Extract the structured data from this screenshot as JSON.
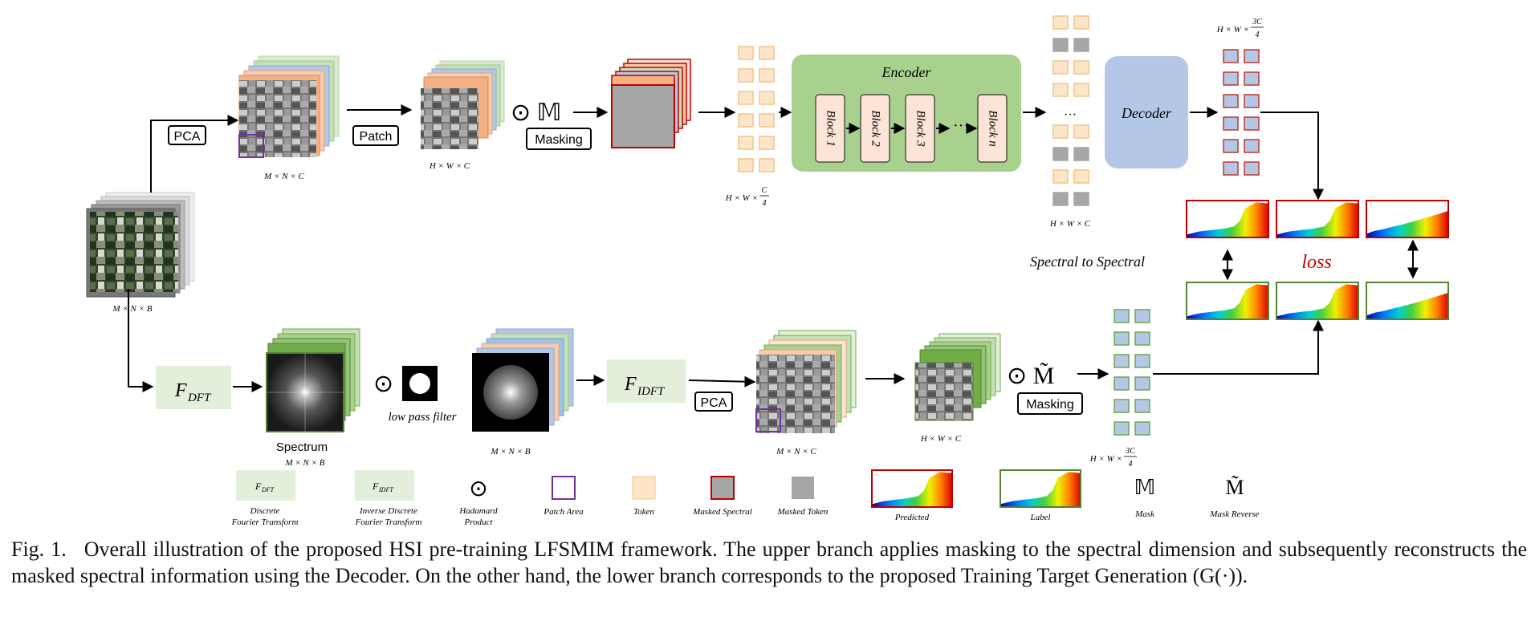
{
  "figure": {
    "upper": {
      "pca_label": "PCA",
      "patch_label": "Patch",
      "masking_label": "Masking",
      "mask_symbol": "⊙ 𝕄",
      "encoder_title": "Encoder",
      "blocks": [
        "Block 1",
        "Block 2",
        "Block 3",
        "Block n"
      ],
      "block_ellipsis": "···",
      "token_ellipsis": "···",
      "decoder_label": "Decoder",
      "dim_input": "M × N × B",
      "dim_pca": "M × N × C",
      "dim_patch": "H × W × C",
      "dim_tokens_base": "H × W ×",
      "dim_tokens_num": "C",
      "dim_tokens_den": "4",
      "dim_masked": "H × W × C",
      "dim_pred_base": "H × W ×",
      "dim_pred_num": "3C",
      "dim_pred_den": "4"
    },
    "middle": {
      "spectral_label": "Spectral to Spectral",
      "loss_label": "loss"
    },
    "lower": {
      "fdft_main": "F",
      "fdft_sub": "DFT",
      "fidft_main": "F",
      "fidft_sub": "IDFT",
      "spectrum_label": "Spectrum",
      "dim_spectrum": "M × N × B",
      "lowpass_label": "low pass filter",
      "dim_filtered": "M × N × B",
      "pca_label": "PCA",
      "dim_pca": "M × N × C",
      "dim_patch": "H × W × C",
      "masking_label": "Masking",
      "mask_symbol": "⊙ M̃",
      "dim_tokens_base": "H × W ×",
      "dim_tokens_num": "3C",
      "dim_tokens_den": "4"
    },
    "legend": [
      {
        "key": "fdft",
        "title": "F",
        "sub": "DFT",
        "line1": "Discrete",
        "line2": "Fourier Transform"
      },
      {
        "key": "fidft",
        "title": "F",
        "sub": "IDFT",
        "line1": "Inverse Discrete",
        "line2": "Fourier Transform"
      },
      {
        "key": "hadamard",
        "symbol": "⊙",
        "line1": "Hadamard",
        "line2": "Product"
      },
      {
        "key": "patch",
        "line1": "Patch Area"
      },
      {
        "key": "token",
        "line1": "Token"
      },
      {
        "key": "masked_spectral",
        "line1": "Masked Spectral"
      },
      {
        "key": "masked_token",
        "line1": "Masked Token"
      },
      {
        "key": "predicted",
        "line1": "Predicted"
      },
      {
        "key": "label",
        "line1": "Label"
      },
      {
        "key": "mask",
        "symbol": "𝕄",
        "line1": "Mask"
      },
      {
        "key": "mask_reverse",
        "symbol": "M̃",
        "line1": "Mask Reverse"
      }
    ],
    "colors": {
      "token_fill": "#fde6c8",
      "token_stroke": "#f2c48a",
      "masked_token": "#a6a6a6",
      "pred_token_fill": "#b4c7e7",
      "pred_token_stroke": "#c0392b",
      "lower_token_fill": "#b4c7e7",
      "lower_token_stroke": "#6aa84f",
      "encoder_bg": "#a9d18e",
      "block_fill": "#fce4d6",
      "decoder_bg": "#b4c7e7",
      "fourier_bg": "#e2efda",
      "patch_area": "#7030a0",
      "masked_spectral_fill": "#a6a6a6",
      "masked_spectral_stroke": "#c00000",
      "loss_color": "#c00000",
      "predicted_border": "#c00000",
      "label_border": "#548235"
    }
  },
  "caption": {
    "label": "Fig. 1.",
    "text": "Overall illustration of the proposed HSI pre-training LFSMIM framework. The upper branch applies masking to the spectral dimension and subsequently reconstructs the masked spectral information using the Decoder. On the other hand, the lower branch corresponds to the proposed Training Target Generation (G(·))."
  }
}
